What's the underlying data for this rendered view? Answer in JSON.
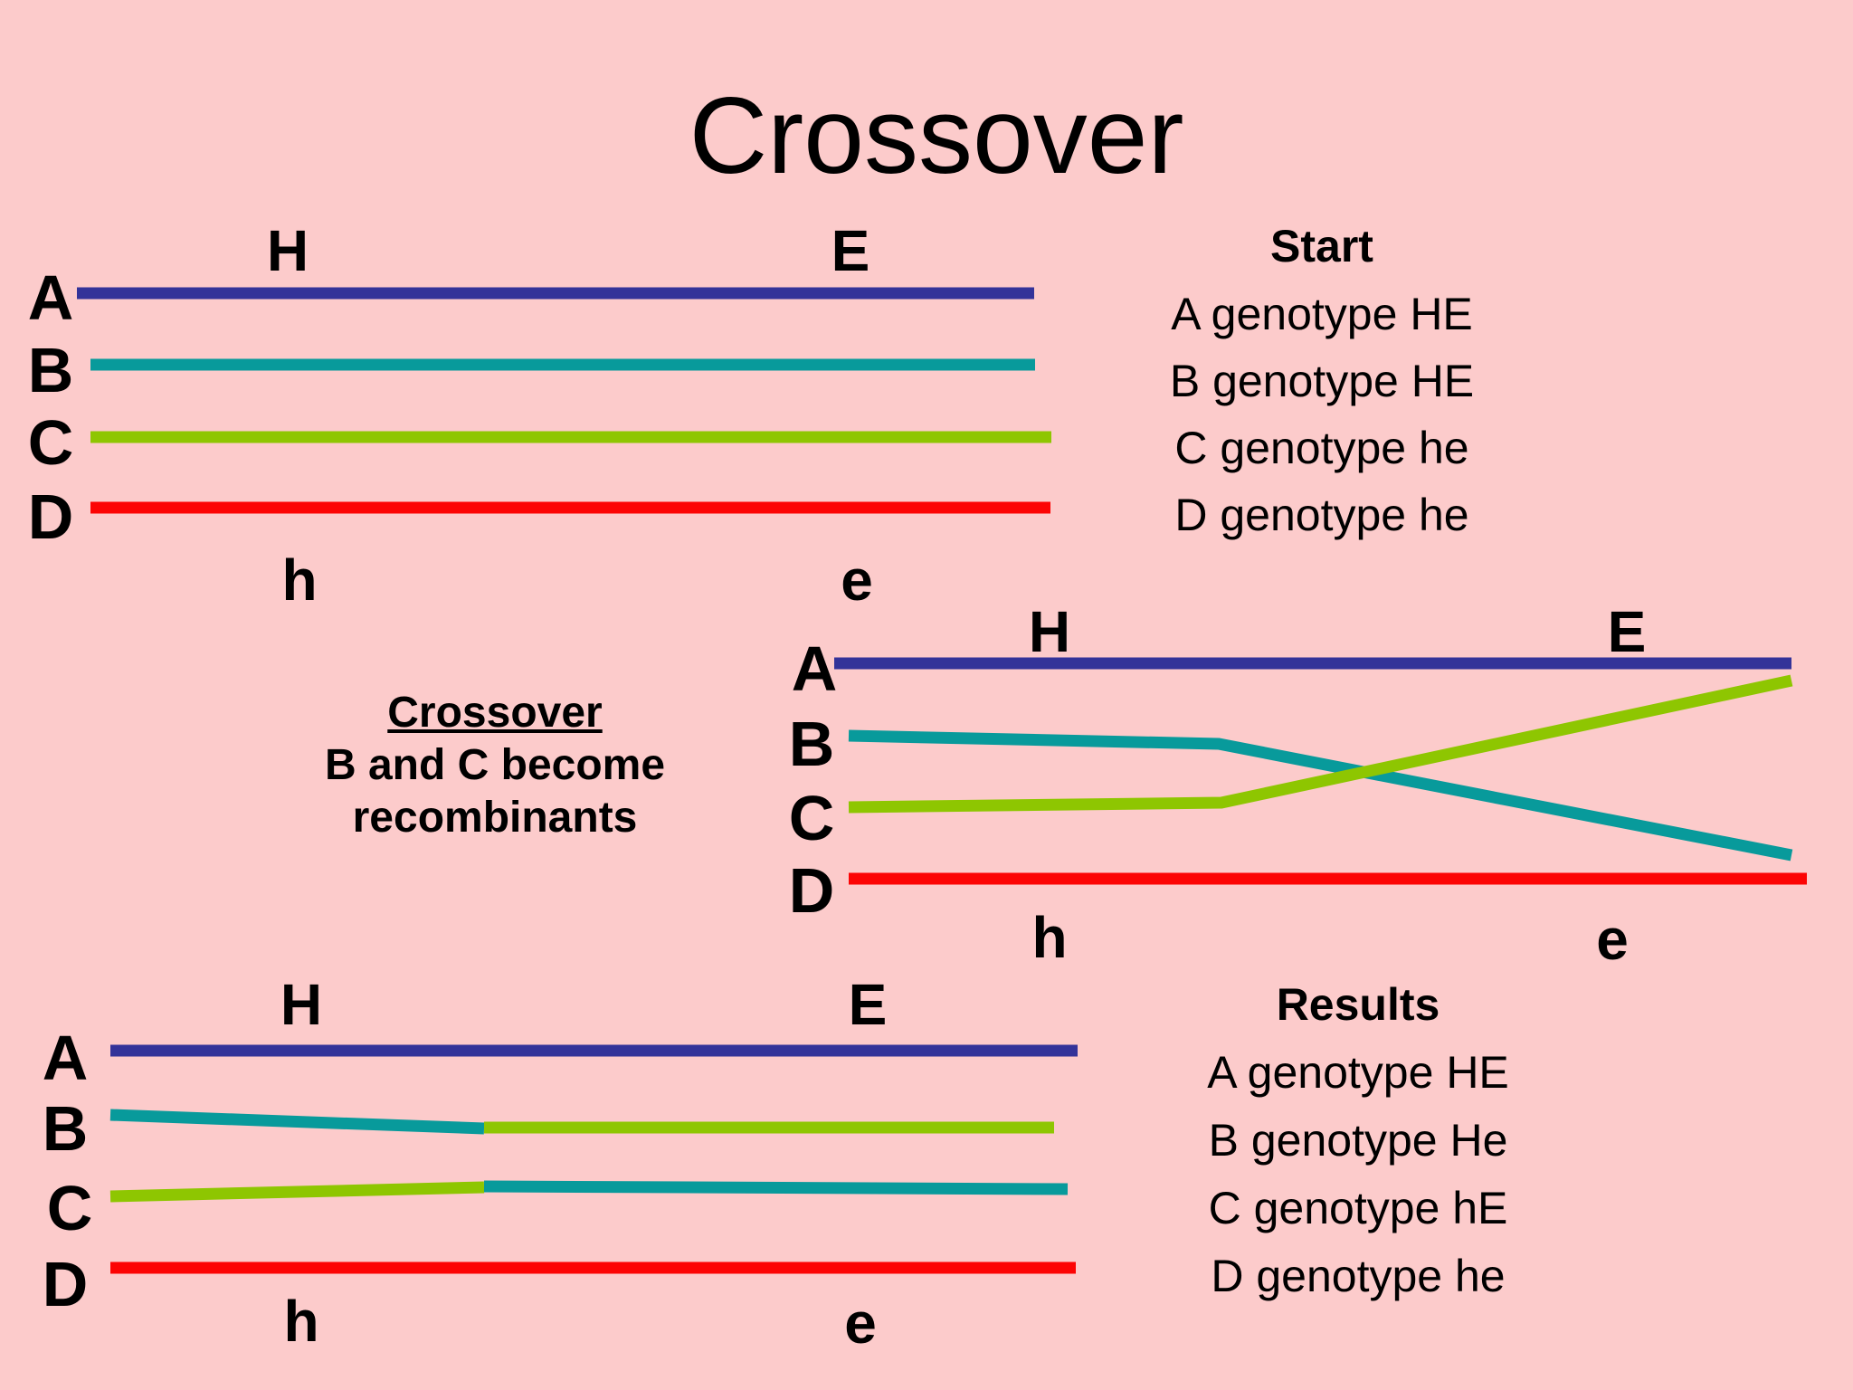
{
  "title": "Crossover",
  "colors": {
    "background": "#FCCBCB",
    "text": "#000000",
    "palette": {
      "blue": "#333399",
      "teal": "#089A9B",
      "green": "#8EC601",
      "red": "#FC0404"
    }
  },
  "labels": {
    "letters": [
      "A",
      "B",
      "C",
      "D"
    ],
    "allele_H": "H",
    "allele_E": "E",
    "allele_h": "h",
    "allele_e": "e"
  },
  "start_block": {
    "heading": "Start",
    "rows": [
      "A genotype HE",
      "B genotype HE",
      "C genotype he",
      "D genotype he"
    ]
  },
  "crossover_block": {
    "heading": "Crossover",
    "line2": "B and C become",
    "line3": "recombinants"
  },
  "results_block": {
    "heading": "Results",
    "rows": [
      "A genotype HE",
      "B genotype He",
      "C genotype hE",
      "D genotype he"
    ]
  },
  "diagram": {
    "stroke_width": 13,
    "panels": [
      {
        "name": "start-panel",
        "lines": [
          {
            "name": "start-chromatid-A-line",
            "color": "blue",
            "points": [
              [
                85,
                324
              ],
              [
                1143,
                324
              ]
            ]
          },
          {
            "name": "start-chromatid-B-line",
            "color": "teal",
            "points": [
              [
                100,
                403
              ],
              [
                1144,
                403
              ]
            ]
          },
          {
            "name": "start-chromatid-C-line",
            "color": "green",
            "points": [
              [
                100,
                483
              ],
              [
                1162,
                483
              ]
            ]
          },
          {
            "name": "start-chromatid-D-line",
            "color": "red",
            "points": [
              [
                100,
                561
              ],
              [
                1161,
                561
              ]
            ]
          }
        ]
      },
      {
        "name": "crossover-panel",
        "lines": [
          {
            "name": "crossover-chromatid-A-line",
            "color": "blue",
            "points": [
              [
                922,
                733
              ],
              [
                1980,
                733
              ]
            ]
          },
          {
            "name": "crossover-chromatid-B-line",
            "color": "teal",
            "points": [
              [
                938,
                813
              ],
              [
                1347,
                822
              ],
              [
                1980,
                945
              ]
            ]
          },
          {
            "name": "crossover-chromatid-C-line",
            "color": "green",
            "points": [
              [
                938,
                892
              ],
              [
                1350,
                887
              ],
              [
                1980,
                752
              ]
            ]
          },
          {
            "name": "crossover-chromatid-D-line",
            "color": "red",
            "points": [
              [
                938,
                971
              ],
              [
                1997,
                971
              ]
            ]
          }
        ]
      },
      {
        "name": "results-panel",
        "lines": [
          {
            "name": "results-chromatid-A-line",
            "color": "blue",
            "points": [
              [
                122,
                1161
              ],
              [
                1191,
                1161
              ]
            ]
          },
          {
            "name": "results-chromatid-B-teal-segment",
            "color": "teal",
            "points": [
              [
                122,
                1232
              ],
              [
                535,
                1247
              ]
            ]
          },
          {
            "name": "results-chromatid-B-green-segment",
            "color": "green",
            "points": [
              [
                535,
                1246
              ],
              [
                1165,
                1246
              ]
            ]
          },
          {
            "name": "results-chromatid-C-green-segment",
            "color": "green",
            "points": [
              [
                122,
                1322
              ],
              [
                535,
                1312
              ]
            ]
          },
          {
            "name": "results-chromatid-C-teal-segment",
            "color": "teal",
            "points": [
              [
                535,
                1311
              ],
              [
                1180,
                1314
              ]
            ]
          },
          {
            "name": "results-chromatid-D-line",
            "color": "red",
            "points": [
              [
                122,
                1401
              ],
              [
                1189,
                1401
              ]
            ]
          }
        ]
      }
    ]
  }
}
